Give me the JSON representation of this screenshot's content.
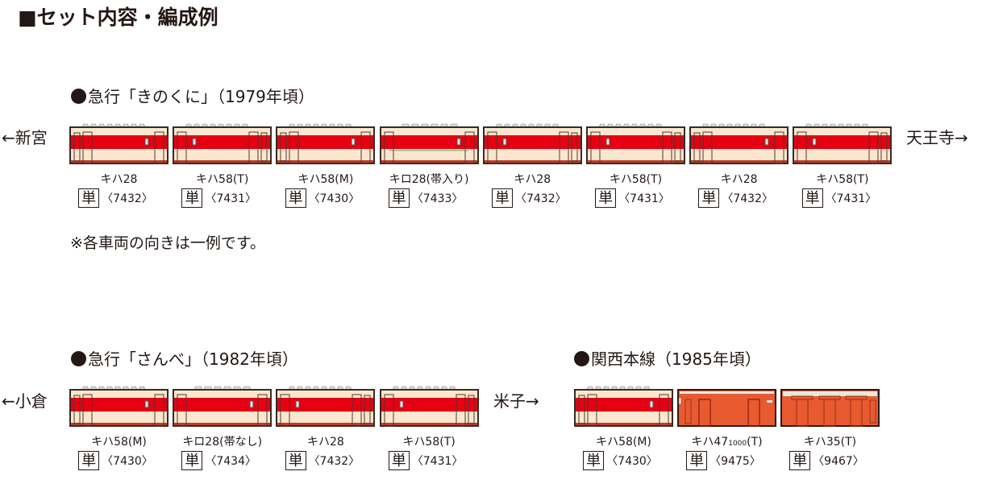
{
  "title": "■セット内容・編成例",
  "colors": {
    "cream": "#fbe7cf",
    "red": "#e60012",
    "outline": "#3a2a22",
    "roof_vent": "#d9d9d9",
    "vermilion": "#e85a2f",
    "green_line": "#9fc98d"
  },
  "unit_badge": "単",
  "sections": [
    {
      "heading": "急行「きのくに」（1979年頃）",
      "left_dest": "←新宮",
      "right_dest": "天王寺→",
      "cars": [
        {
          "name": "キハ28",
          "code": "〈7432〉",
          "type": "kiha28"
        },
        {
          "name": "キハ58(T)",
          "code": "〈7431〉",
          "type": "kiha58r"
        },
        {
          "name": "キハ58(M)",
          "code": "〈7430〉",
          "type": "kiha58"
        },
        {
          "name": "キロ28(帯入り)",
          "code": "〈7433〉",
          "type": "kiro28band"
        },
        {
          "name": "キハ28",
          "code": "〈7432〉",
          "type": "kiha28r"
        },
        {
          "name": "キハ58(T)",
          "code": "〈7431〉",
          "type": "kiha58r"
        },
        {
          "name": "キハ28",
          "code": "〈7432〉",
          "type": "kiha28"
        },
        {
          "name": "キハ58(T)",
          "code": "〈7431〉",
          "type": "kiha58r"
        }
      ],
      "note": "※各車両の向きは一例です。"
    },
    {
      "heading": "急行「さんべ」（1982年頃）",
      "left_dest": "←小倉",
      "cars": [
        {
          "name": "キハ58(M)",
          "code": "〈7430〉",
          "type": "kiha58"
        },
        {
          "name": "キロ28(帯なし)",
          "code": "〈7434〉",
          "type": "kiro28"
        },
        {
          "name": "キハ28",
          "code": "〈7432〉",
          "type": "kiha28r"
        },
        {
          "name": "キハ58(T)",
          "code": "〈7431〉",
          "type": "kiha58r"
        }
      ]
    },
    {
      "heading": "関西本線（1985年頃）",
      "left_dest": "米子→",
      "cars": [
        {
          "name": "キハ58(M)",
          "code": "〈7430〉",
          "type": "kiha58"
        },
        {
          "name_main": "キハ47",
          "name_sub": "1000",
          "name_tail": "(T)",
          "code": "〈9475〉",
          "type": "kiha47"
        },
        {
          "name": "キハ35(T)",
          "code": "〈9467〉",
          "type": "kiha35"
        }
      ]
    }
  ]
}
